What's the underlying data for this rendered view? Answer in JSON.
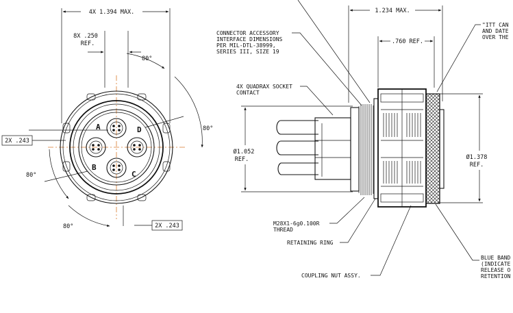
{
  "front_view": {
    "dim_overall": "4X 1.394 MAX.",
    "dim_pin_width": "8X .250",
    "dim_pin_width_ref": "REF.",
    "angle_top": "80°",
    "angle_right": "80°",
    "angle_left": "80°",
    "angle_bottom": "80°",
    "box_left": "2X .243",
    "box_right": "2X .243",
    "contacts": [
      "A",
      "B",
      "C",
      "D"
    ]
  },
  "side_view": {
    "dim_length": "1.234 MAX.",
    "dim_shell": ".760 REF.",
    "dim_left_dia": "Ø1.052",
    "dim_left_dia_ref": "REF.",
    "dim_right_dia": "Ø1.378",
    "dim_right_dia_ref": "REF.",
    "callout_interface": [
      "CONNECTOR ACCESSORY",
      "INTERFACE DIMENSIONS",
      "PER MIL-DTL-38999,",
      "SERIES III, SIZE 19"
    ],
    "callout_contacts": [
      "4X QUADRAX SOCKET",
      "CONTACT"
    ],
    "callout_thread": [
      "M28X1-6g0.100R",
      "THREAD"
    ],
    "callout_ring": "RETAINING RING",
    "callout_coupling": "COUPLING NUT ASSY.",
    "callout_itt": [
      "\"ITT CAN",
      "AND DATE",
      "OVER THE"
    ],
    "callout_band": [
      "BLUE BAND",
      "(INDICATE",
      "RELEASE O",
      "RETENTION"
    ]
  }
}
